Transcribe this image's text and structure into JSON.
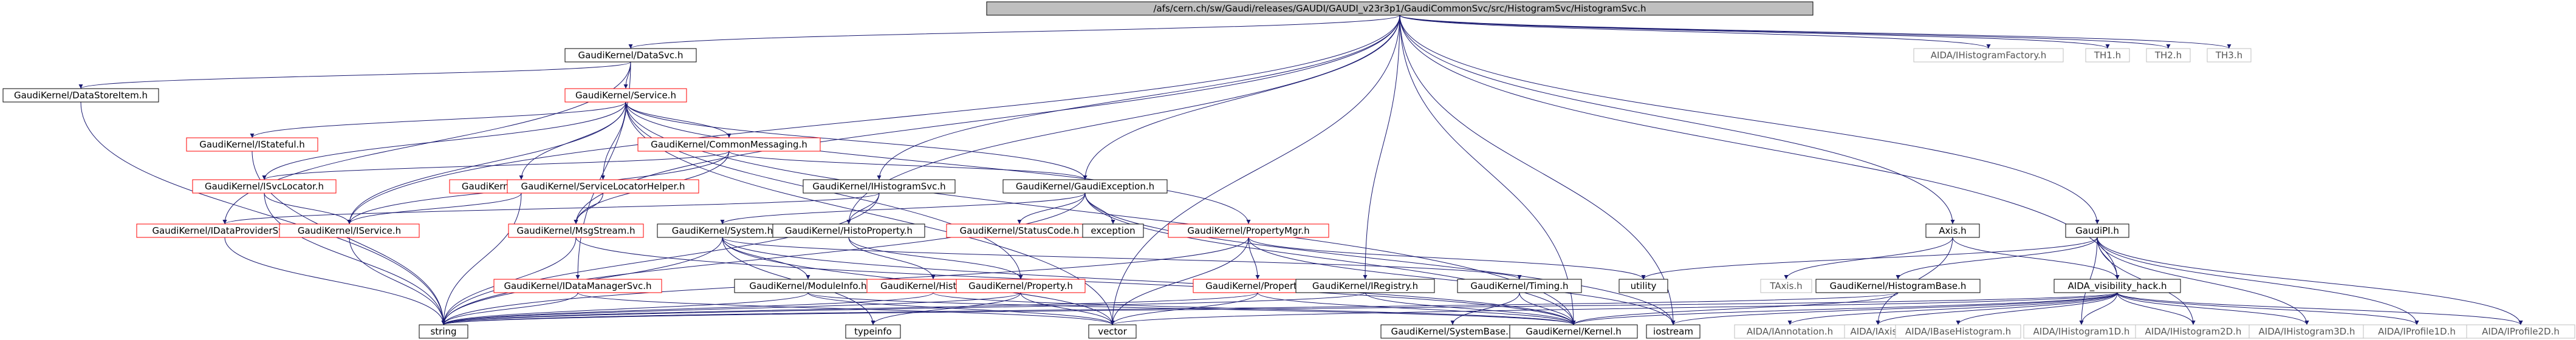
{
  "graph": {
    "nodes": [
      {
        "id": "root",
        "label": "/afs/cern.ch/sw/Gaudi/releases/GAUDI/GAUDI_v23r3p1/GaudiCommonSvc/src/HistogramSvc/HistogramSvc.h",
        "style": "root"
      },
      {
        "id": "datasvc",
        "label": "GaudiKernel/DataSvc.h",
        "style": "plain"
      },
      {
        "id": "histfactory",
        "label": "AIDA/IHistogramFactory.h",
        "style": "external"
      },
      {
        "id": "th1",
        "label": "TH1.h",
        "style": "external"
      },
      {
        "id": "th2",
        "label": "TH2.h",
        "style": "external"
      },
      {
        "id": "th3",
        "label": "TH3.h",
        "style": "external"
      },
      {
        "id": "datastoreitem",
        "label": "GaudiKernel/DataStoreItem.h",
        "style": "plain"
      },
      {
        "id": "service",
        "label": "GaudiKernel/Service.h",
        "style": "red"
      },
      {
        "id": "istateful",
        "label": "GaudiKernel/IStateful.h",
        "style": "red"
      },
      {
        "id": "commonmessaging",
        "label": "GaudiKernel/CommonMessaging.h",
        "style": "red"
      },
      {
        "id": "isvclocator",
        "label": "GaudiKernel/ISvcLocator.h",
        "style": "red"
      },
      {
        "id": "iauditorsvc",
        "label": "GaudiKernel/IAuditorSvc.h",
        "style": "red"
      },
      {
        "id": "servicelocatorhelper",
        "label": "GaudiKernel/ServiceLocatorHelper.h",
        "style": "red"
      },
      {
        "id": "ihistogramsvc",
        "label": "GaudiKernel/IHistogramSvc.h",
        "style": "plain"
      },
      {
        "id": "gaudiexception",
        "label": "GaudiKernel/GaudiException.h",
        "style": "plain"
      },
      {
        "id": "idataprovidersvc",
        "label": "GaudiKernel/IDataProviderSvc.h",
        "style": "red"
      },
      {
        "id": "iservice",
        "label": "GaudiKernel/IService.h",
        "style": "red"
      },
      {
        "id": "imsgstream",
        "label": "GaudiKernel/MsgStream.h",
        "style": "red"
      },
      {
        "id": "system",
        "label": "GaudiKernel/System.h",
        "style": "plain"
      },
      {
        "id": "histoproperty",
        "label": "GaudiKernel/HistoProperty.h",
        "style": "plain"
      },
      {
        "id": "statuscode",
        "label": "GaudiKernel/StatusCode.h",
        "style": "red"
      },
      {
        "id": "exception",
        "label": "exception",
        "style": "plain"
      },
      {
        "id": "propertymgr",
        "label": "GaudiKernel/PropertyMgr.h",
        "style": "red"
      },
      {
        "id": "axis",
        "label": "Axis.h",
        "style": "plain"
      },
      {
        "id": "gaudipi",
        "label": "GaudiPI.h",
        "style": "plain"
      },
      {
        "id": "idatamanagersvc",
        "label": "GaudiKernel/IDataManagerSvc.h",
        "style": "red"
      },
      {
        "id": "moduleinfo",
        "label": "GaudiKernel/ModuleInfo.h",
        "style": "plain"
      },
      {
        "id": "histodef",
        "label": "GaudiKernel/HistoDef.h",
        "style": "red"
      },
      {
        "id": "property_h",
        "label": "GaudiKernel/Property.h",
        "style": "red"
      },
      {
        "id": "property2",
        "label": "GaudiKernel/Property.h",
        "style": "red"
      },
      {
        "id": "iregistry",
        "label": "GaudiKernel/IRegistry.h",
        "style": "plain"
      },
      {
        "id": "timing",
        "label": "GaudiKernel/Timing.h",
        "style": "plain"
      },
      {
        "id": "utility",
        "label": "utility",
        "style": "plain"
      },
      {
        "id": "taxis",
        "label": "TAxis.h",
        "style": "external"
      },
      {
        "id": "histogrambase",
        "label": "GaudiKernel/HistogramBase.h",
        "style": "plain"
      },
      {
        "id": "aidahack",
        "label": "AIDA_visibility_hack.h",
        "style": "plain"
      },
      {
        "id": "string",
        "label": "string",
        "style": "plain"
      },
      {
        "id": "typeinfo",
        "label": "typeinfo",
        "style": "plain"
      },
      {
        "id": "vector",
        "label": "vector",
        "style": "plain"
      },
      {
        "id": "systembase",
        "label": "GaudiKernel/SystemBase.h",
        "style": "plain"
      },
      {
        "id": "kernel",
        "label": "GaudiKernel/Kernel.h",
        "style": "plain"
      },
      {
        "id": "iostream",
        "label": "iostream",
        "style": "plain"
      },
      {
        "id": "iannotation",
        "label": "AIDA/IAnnotation.h",
        "style": "external"
      },
      {
        "id": "iaxis",
        "label": "AIDA/IAxis.h",
        "style": "external"
      },
      {
        "id": "ibasehistogram",
        "label": "AIDA/IBaseHistogram.h",
        "style": "external"
      },
      {
        "id": "ihistogram1d",
        "label": "AIDA/IHistogram1D.h",
        "style": "external"
      },
      {
        "id": "ihistogram2d",
        "label": "AIDA/IHistogram2D.h",
        "style": "external"
      },
      {
        "id": "ihistogram3d",
        "label": "AIDA/IHistogram3D.h",
        "style": "external"
      },
      {
        "id": "iprofile1d",
        "label": "AIDA/IProfile1D.h",
        "style": "external"
      },
      {
        "id": "iprofile2d",
        "label": "AIDA/IProfile2D.h",
        "style": "external"
      }
    ],
    "edges": [
      [
        "root",
        "datasvc"
      ],
      [
        "root",
        "histfactory"
      ],
      [
        "root",
        "th1"
      ],
      [
        "root",
        "th2"
      ],
      [
        "root",
        "th3"
      ],
      [
        "root",
        "ihistogramsvc"
      ],
      [
        "root",
        "gaudiexception"
      ],
      [
        "root",
        "axis"
      ],
      [
        "root",
        "gaudipi"
      ],
      [
        "root",
        "aidahack"
      ],
      [
        "root",
        "histoproperty"
      ],
      [
        "root",
        "iregistry"
      ],
      [
        "root",
        "iservice"
      ],
      [
        "root",
        "vector"
      ],
      [
        "root",
        "imsgstream"
      ],
      [
        "root",
        "iostream"
      ],
      [
        "root",
        "kernel"
      ],
      [
        "datasvc",
        "datastoreitem"
      ],
      [
        "datasvc",
        "service"
      ],
      [
        "datasvc",
        "idataprovidersvc"
      ],
      [
        "datasvc",
        "idatamanagersvc"
      ],
      [
        "datastoreitem",
        "string"
      ],
      [
        "service",
        "istateful"
      ],
      [
        "service",
        "commonmessaging"
      ],
      [
        "service",
        "isvclocator"
      ],
      [
        "service",
        "iauditorsvc"
      ],
      [
        "service",
        "servicelocatorhelper"
      ],
      [
        "service",
        "iservice"
      ],
      [
        "service",
        "propertymgr"
      ],
      [
        "service",
        "property_h"
      ],
      [
        "service",
        "kernel"
      ],
      [
        "service",
        "vector"
      ],
      [
        "service",
        "gaudiexception"
      ],
      [
        "istateful",
        "string"
      ],
      [
        "commonmessaging",
        "isvclocator"
      ],
      [
        "commonmessaging",
        "iservice"
      ],
      [
        "commonmessaging",
        "gaudiexception"
      ],
      [
        "commonmessaging",
        "imsgstream"
      ],
      [
        "isvclocator",
        "iservice"
      ],
      [
        "isvclocator",
        "string"
      ],
      [
        "iauditorsvc",
        "iservice"
      ],
      [
        "iauditorsvc",
        "string"
      ],
      [
        "servicelocatorhelper",
        "imsgstream"
      ],
      [
        "ihistogramsvc",
        "idataprovidersvc"
      ],
      [
        "ihistogramsvc",
        "histoproperty"
      ],
      [
        "ihistogramsvc",
        "string"
      ],
      [
        "gaudiexception",
        "system"
      ],
      [
        "gaudiexception",
        "statuscode"
      ],
      [
        "gaudiexception",
        "exception"
      ],
      [
        "gaudiexception",
        "iostream"
      ],
      [
        "gaudiexception",
        "string"
      ],
      [
        "gaudiexception",
        "kernel"
      ],
      [
        "idataprovidersvc",
        "string"
      ],
      [
        "iservice",
        "string"
      ],
      [
        "imsgstream",
        "string"
      ],
      [
        "imsgstream",
        "kernel"
      ],
      [
        "system",
        "moduleinfo"
      ],
      [
        "system",
        "timing"
      ],
      [
        "system",
        "string"
      ],
      [
        "system",
        "vector"
      ],
      [
        "system",
        "typeinfo"
      ],
      [
        "system",
        "kernel"
      ],
      [
        "histoproperty",
        "histodef"
      ],
      [
        "histoproperty",
        "property_h"
      ],
      [
        "histodef",
        "string"
      ],
      [
        "histodef",
        "kernel"
      ],
      [
        "property_h",
        "string"
      ],
      [
        "property_h",
        "vector"
      ],
      [
        "property_h",
        "typeinfo"
      ],
      [
        "propertymgr",
        "property2"
      ],
      [
        "propertymgr",
        "string"
      ],
      [
        "propertymgr",
        "vector"
      ],
      [
        "propertymgr",
        "utility"
      ],
      [
        "propertymgr",
        "iostream"
      ],
      [
        "property2",
        "string"
      ],
      [
        "property2",
        "vector"
      ],
      [
        "property2",
        "kernel"
      ],
      [
        "idatamanagersvc",
        "string"
      ],
      [
        "idatamanagersvc",
        "vector"
      ],
      [
        "moduleinfo",
        "string"
      ],
      [
        "moduleinfo",
        "vector"
      ],
      [
        "moduleinfo",
        "kernel"
      ],
      [
        "iregistry",
        "string"
      ],
      [
        "iregistry",
        "kernel"
      ],
      [
        "timing",
        "systembase"
      ],
      [
        "timing",
        "kernel"
      ],
      [
        "axis",
        "taxis"
      ],
      [
        "axis",
        "aidahack"
      ],
      [
        "axis",
        "iaxis"
      ],
      [
        "gaudipi",
        "histogrambase"
      ],
      [
        "gaudipi",
        "aidahack"
      ],
      [
        "gaudipi",
        "utility"
      ],
      [
        "gaudipi",
        "ihistogram1d"
      ],
      [
        "gaudipi",
        "ihistogram2d"
      ],
      [
        "gaudipi",
        "ihistogram3d"
      ],
      [
        "gaudipi",
        "iprofile1d"
      ],
      [
        "gaudipi",
        "iprofile2d"
      ],
      [
        "histogrambase",
        "kernel"
      ],
      [
        "histogrambase",
        "string"
      ],
      [
        "aidahack",
        "iannotation"
      ],
      [
        "aidahack",
        "iaxis"
      ],
      [
        "aidahack",
        "ibasehistogram"
      ],
      [
        "aidahack",
        "ihistogram1d"
      ],
      [
        "aidahack",
        "ihistogram2d"
      ],
      [
        "aidahack",
        "ihistogram3d"
      ],
      [
        "aidahack",
        "iprofile1d"
      ],
      [
        "aidahack",
        "iprofile2d"
      ],
      [
        "aidahack",
        "iostream"
      ],
      [
        "aidahack",
        "vector"
      ],
      [
        "aidahack",
        "string"
      ],
      [
        "aidahack",
        "kernel"
      ]
    ],
    "colors": {
      "root_fill": "#bfbfbf",
      "node_fill": "#ffffff",
      "plain_border": "#000000",
      "red_border": "#ff0000",
      "external_border": "#bfbfbf",
      "external_text": "#555555",
      "edge": "#191970"
    }
  }
}
